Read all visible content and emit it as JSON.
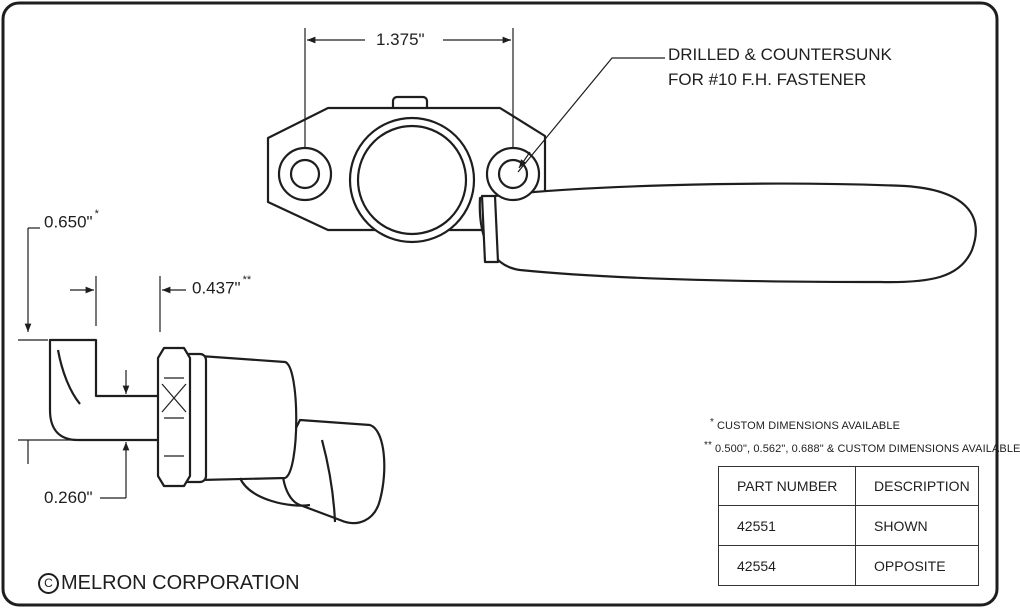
{
  "dimensions": {
    "span": "1.375\"",
    "overall_depth": "0.650\"",
    "overall_depth_mark": "*",
    "offset": "0.437\"",
    "offset_mark": "**",
    "shank": "0.260\""
  },
  "callout": {
    "line1": "DRILLED & COUNTERSUNK",
    "line2": "FOR #10 F.H. FASTENER"
  },
  "notes": [
    {
      "mark": "*",
      "text": "CUSTOM DIMENSIONS AVAILABLE"
    },
    {
      "mark": "**",
      "text": "0.500\", 0.562\", 0.688\" & CUSTOM DIMENSIONS AVAILABLE"
    }
  ],
  "parts_table": {
    "headers": [
      "PART NUMBER",
      "DESCRIPTION"
    ],
    "rows": [
      [
        "42551",
        "SHOWN"
      ],
      [
        "42554",
        "OPPOSITE"
      ]
    ]
  },
  "copyright": {
    "symbol": "C",
    "company": "MELRON CORPORATION"
  },
  "colors": {
    "line": "#1e1e1e",
    "background": "#ffffff"
  }
}
